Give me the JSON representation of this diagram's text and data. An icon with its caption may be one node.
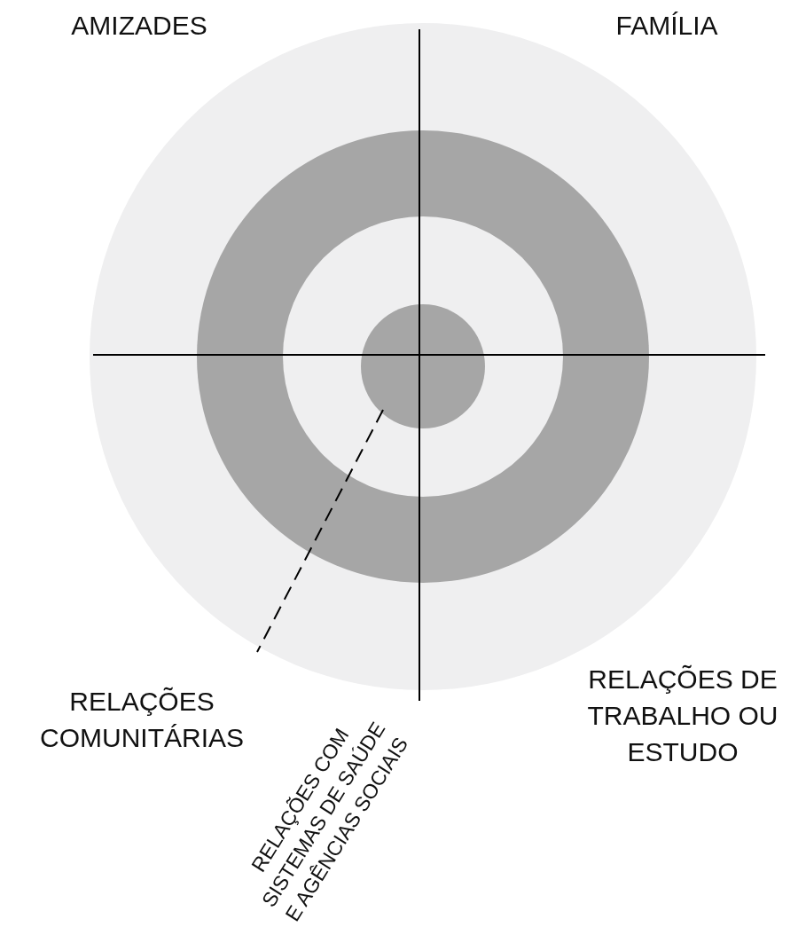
{
  "diagram": {
    "labels": [
      "AMIZADES",
      "FAMÍLIA",
      "RELAÇÕES DE TRABALHO OU ESTUDO",
      "RELAÇÕES COMUNITÁRIAS",
      "RELAÇÕES COM SISTEMAS DE SAÚDE E AGÊNCIAS SOCIAIS"
    ]
  }
}
